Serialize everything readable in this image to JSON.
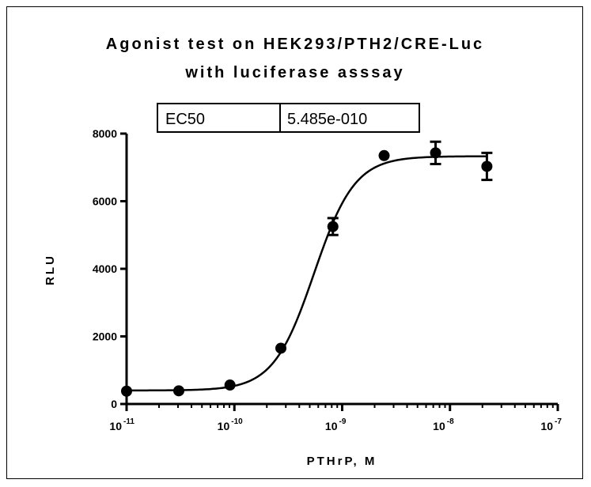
{
  "chart_data": {
    "type": "scatter",
    "title": [
      "Agonist test on HEK293/PTH2/CRE-Luc",
      "with luciferase asssay"
    ],
    "xlabel": "PTHrP, M",
    "ylabel": "RLU",
    "xscale": "log",
    "xlim": [
      1e-11,
      1e-07
    ],
    "ylim": [
      0,
      8000
    ],
    "x_tick_labels": [
      {
        "base": "10",
        "exp": "-11"
      },
      {
        "base": "10",
        "exp": "-10"
      },
      {
        "base": "10",
        "exp": "-9"
      },
      {
        "base": "10",
        "exp": "-8"
      },
      {
        "base": "10",
        "exp": "-7"
      }
    ],
    "y_ticks": [
      0,
      2000,
      4000,
      6000,
      8000
    ],
    "y_tick_labels": [
      "0",
      "2000",
      "4000",
      "6000",
      "8000"
    ],
    "series": [
      {
        "points": [
          {
            "x": 1e-11,
            "y": 380,
            "err": 0
          },
          {
            "x": 3.05e-11,
            "y": 390,
            "err": 0
          },
          {
            "x": 9.1e-11,
            "y": 560,
            "err": 0
          },
          {
            "x": 2.7e-10,
            "y": 1650,
            "err": 0
          },
          {
            "x": 8.2e-10,
            "y": 5250,
            "err": 250
          },
          {
            "x": 2.45e-09,
            "y": 7350,
            "err": 0
          },
          {
            "x": 7.35e-09,
            "y": 7430,
            "err": 330
          },
          {
            "x": 2.2e-08,
            "y": 7030,
            "err": 400
          }
        ],
        "fit": {
          "type": "sigmoid",
          "bottom": 400,
          "top": 7330,
          "ec50": 5.485e-10,
          "hill": 2.3
        }
      }
    ],
    "annotation_table": {
      "label": "EC50",
      "value": "5.485e-010"
    },
    "grid": false,
    "legend": "none",
    "colors": {
      "marker": "#000000",
      "line": "#000000"
    }
  }
}
